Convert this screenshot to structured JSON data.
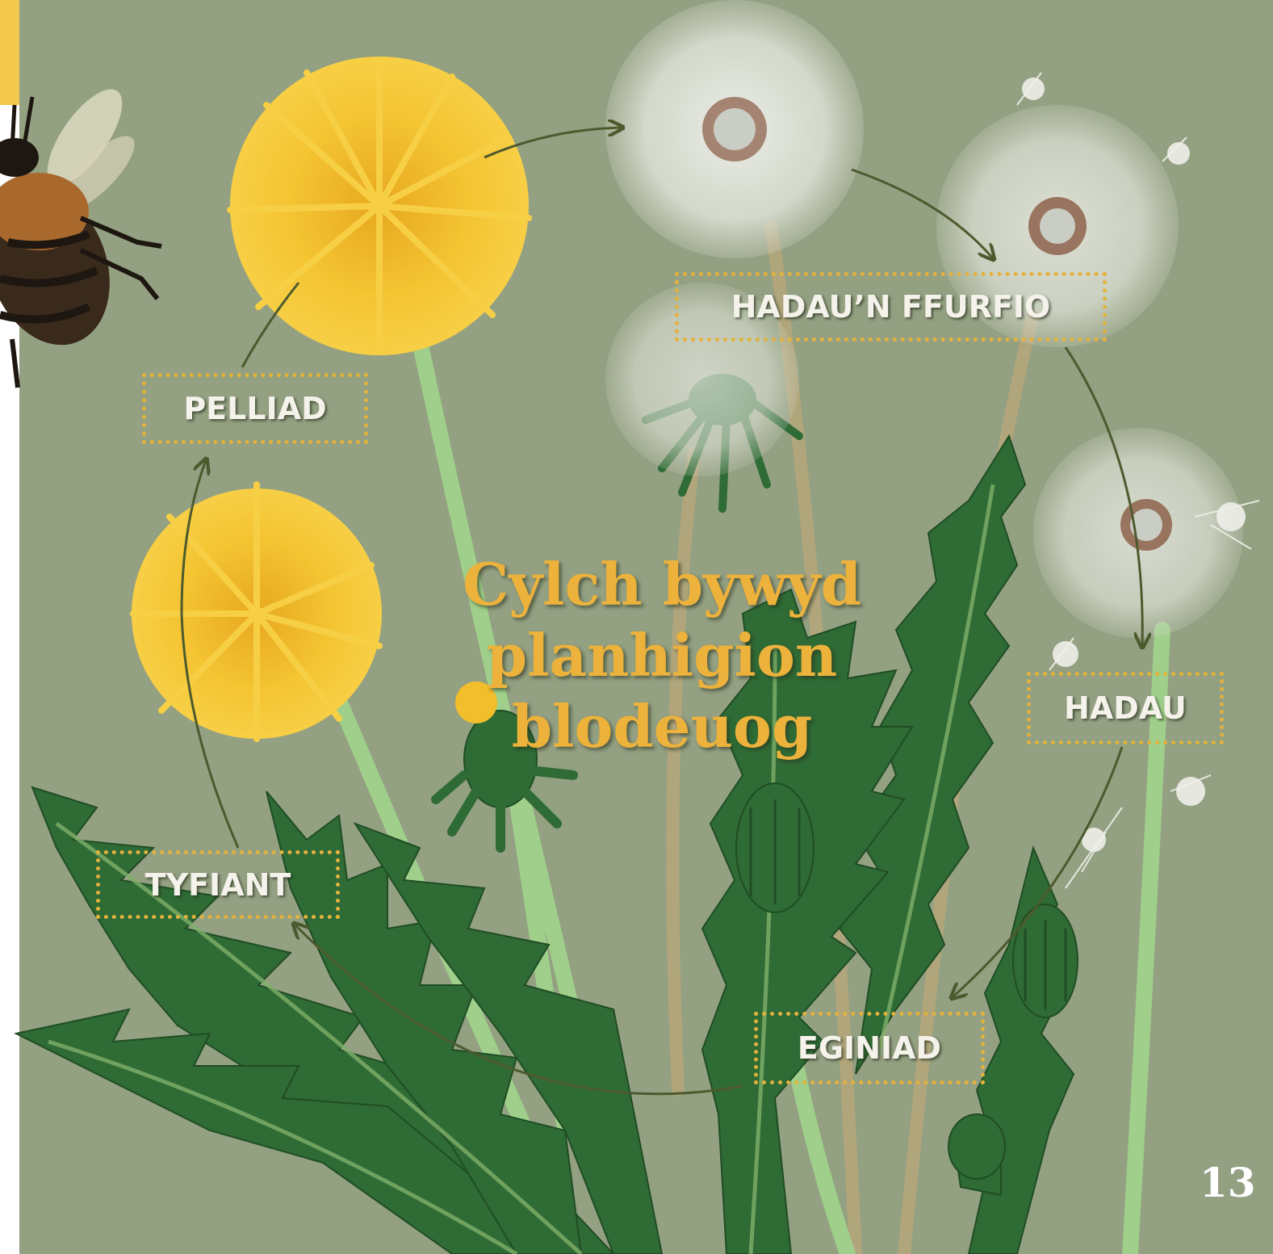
{
  "diagram": {
    "title_lines": [
      "Cylch bywyd",
      "planhigion",
      "blodeuog"
    ],
    "stages": {
      "seed_formation": "HADAU’N FFURFIO",
      "seeds": "HADAU",
      "germination": "EGINIAD",
      "growth": "TYFIANT",
      "pollination": "PELLIAD"
    },
    "cycle_order": [
      "PELLIAD",
      "HADAU’N FFURFIO",
      "HADAU",
      "EGINIAD",
      "TYFIANT"
    ],
    "page_number": "13"
  },
  "colors": {
    "background": "#94a082",
    "title": "#ecb23b",
    "label_border": "#e3b23c",
    "label_text": "#f4f2ea",
    "arrow": "#4d5a2e",
    "leaf": "#2f6b35",
    "flower": "#f2be2b",
    "stem": "#9fcf8a"
  },
  "illustrations": [
    "bee-icon",
    "dandelion-flower",
    "dandelion-seedhead",
    "dandelion-bud",
    "dandelion-leaves"
  ]
}
